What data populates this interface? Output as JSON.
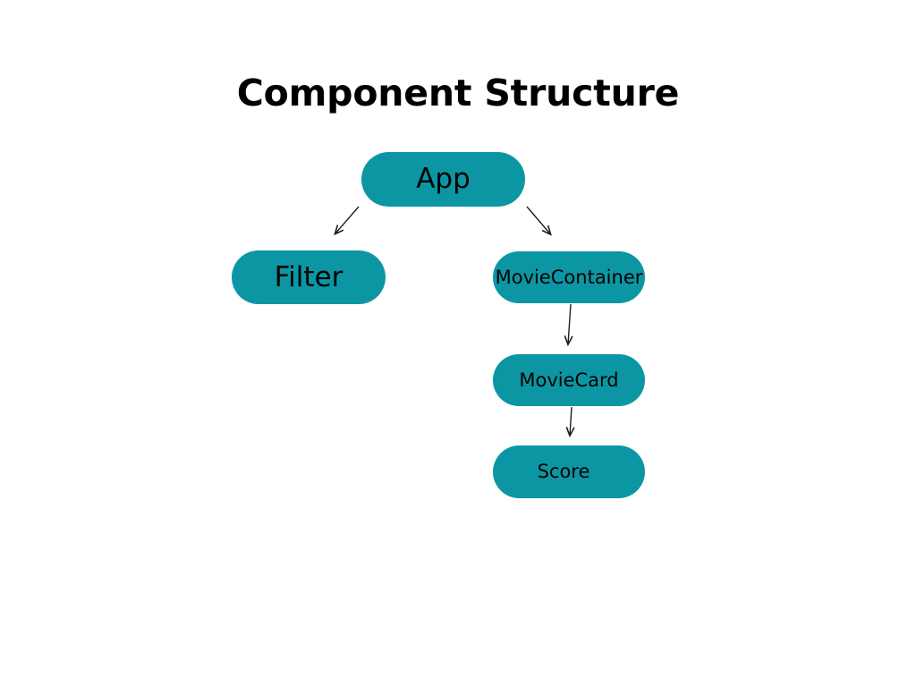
{
  "diagram": {
    "title": "Component Structure",
    "type": "tree",
    "background_color": "#ffffff",
    "node_color": "#0c96a4",
    "node_text_color": "#000000",
    "edge_color": "#1a1a1a",
    "nodes": [
      {
        "id": "app",
        "label": "App"
      },
      {
        "id": "filter",
        "label": "Filter"
      },
      {
        "id": "moviecontainer",
        "label": "MovieContainer"
      },
      {
        "id": "moviecard",
        "label": "MovieCard"
      },
      {
        "id": "score",
        "label": "Score"
      }
    ],
    "edges": [
      {
        "from": "App",
        "to": "Filter"
      },
      {
        "from": "App",
        "to": "MovieContainer"
      },
      {
        "from": "MovieContainer",
        "to": "MovieCard"
      },
      {
        "from": "MovieCard",
        "to": "Score"
      }
    ]
  }
}
